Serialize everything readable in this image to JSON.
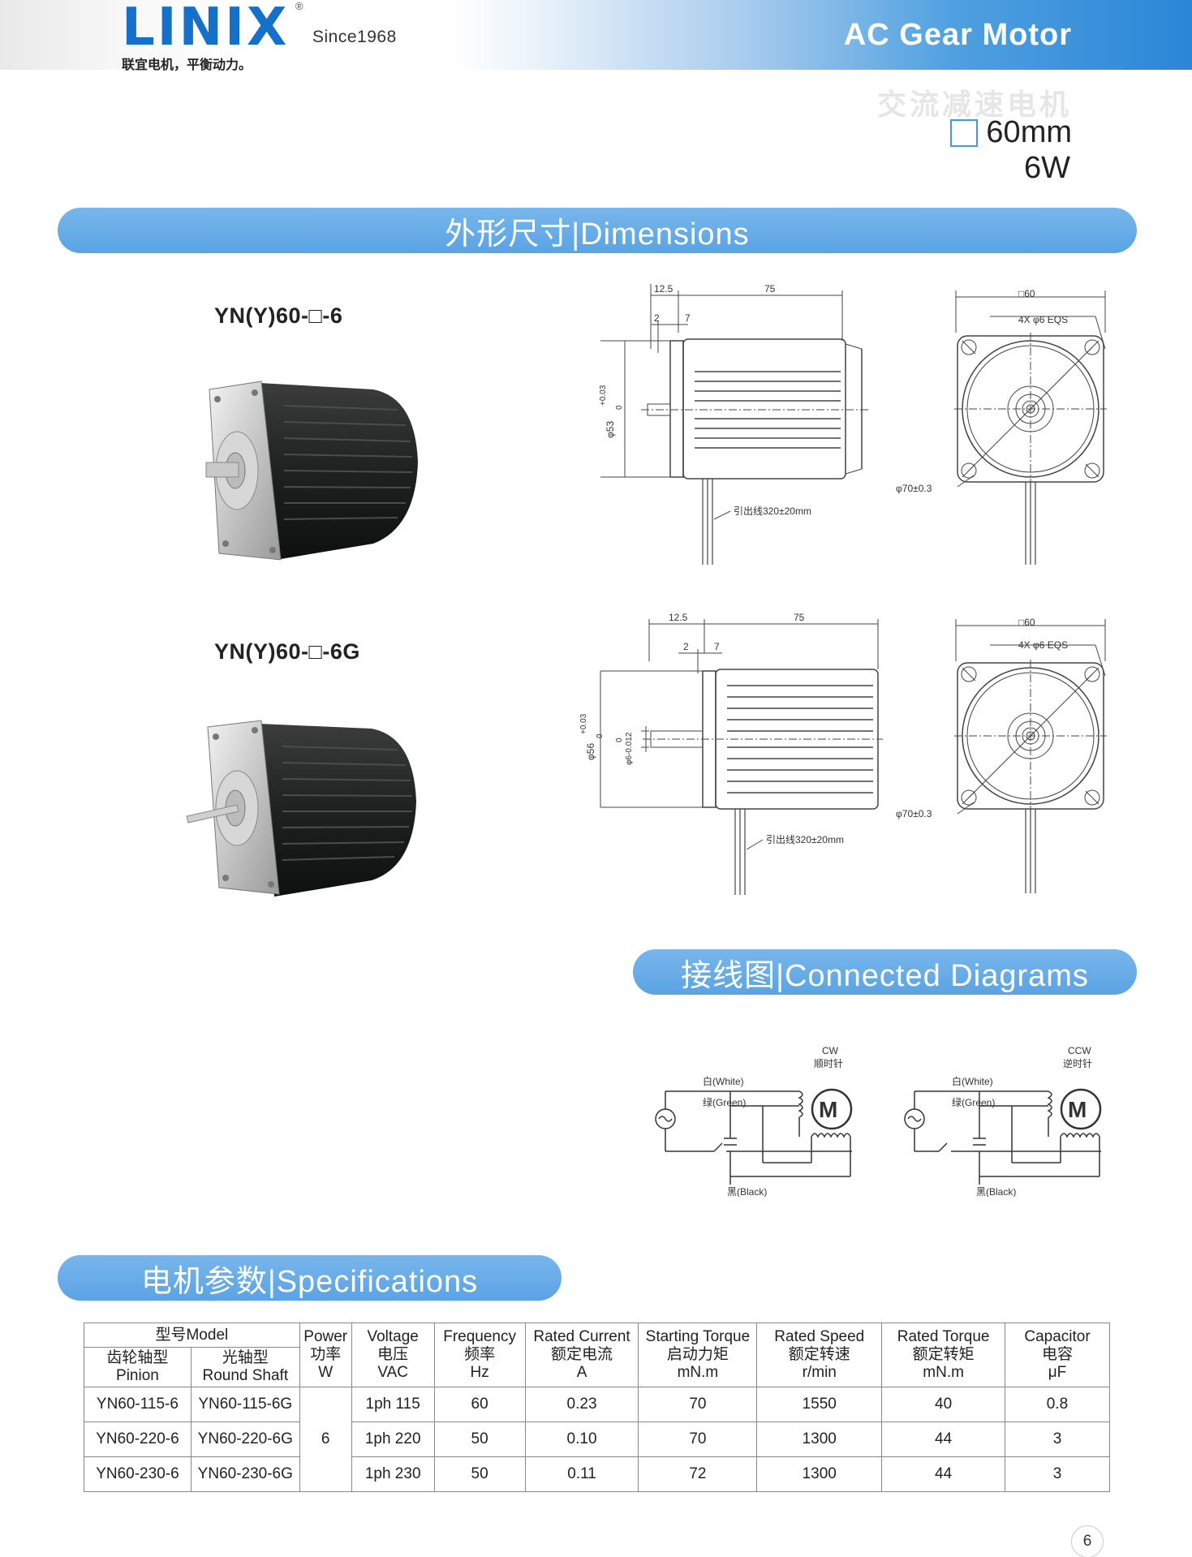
{
  "header": {
    "logo": "LINIX",
    "logo_mark": "®",
    "since": "Since1968",
    "slogan": "联宜电机，平衡动力。",
    "title": "AC Gear Motor",
    "cn_subtitle": "交流减速电机",
    "frame_size": "60mm",
    "power": "6W"
  },
  "sections": {
    "dimensions": "外形尺寸|Dimensions",
    "connected": "接线图|Connected Diagrams",
    "specifications": "电机参数|Specifications"
  },
  "models": {
    "pinion": "YN(Y)60-□-6",
    "round_shaft": "YN(Y)60-□-6G"
  },
  "drawing1": {
    "d_12_5": "12.5",
    "d_75": "75",
    "d_2": "2",
    "d_7": "7",
    "tol": "+0.03",
    "tol0": "0",
    "dia": "φ53",
    "sq60": "□60",
    "holes": "4X φ6 EQS",
    "pcd": "φ70±0.3",
    "leads": "引出线320±20mm"
  },
  "drawing2": {
    "d_12_5": "12.5",
    "d_75": "75",
    "d_2": "2",
    "d_7": "7",
    "tol": "+0.03",
    "tol0": "0",
    "dia": "φ56",
    "shaft_tol0": "0",
    "shaft": "φ6-0.012",
    "sq60": "□60",
    "holes": "4X φ6 EQS",
    "pcd": "φ70±0.3",
    "leads": "引出线320±20mm"
  },
  "wiring": {
    "cw": {
      "dir": "CW",
      "dir_cn": "顺时针",
      "white": "白(White)",
      "green": "绿(Green)",
      "black": "黑(Black)",
      "motor": "M"
    },
    "ccw": {
      "dir": "CCW",
      "dir_cn": "逆时针",
      "white": "白(White)",
      "green": "绿(Green)",
      "black": "黑(Black)",
      "motor": "M"
    }
  },
  "table": {
    "headers": {
      "model": "型号Model",
      "pinion_cn": "齿轮轴型",
      "pinion_en": "Pinion",
      "round_cn": "光轴型",
      "round_en": "Round Shaft",
      "power": [
        "Power",
        "功率",
        "W"
      ],
      "voltage": [
        "Voltage",
        "电压",
        "VAC"
      ],
      "frequency": [
        "Frequency",
        "频率",
        "Hz"
      ],
      "current": [
        "Rated Current",
        "额定电流",
        "A"
      ],
      "starting_torque": [
        "Starting Torque",
        "启动力矩",
        "mN.m"
      ],
      "speed": [
        "Rated Speed",
        "额定转速",
        "r/min"
      ],
      "rated_torque": [
        "Rated Torque",
        "额定转矩",
        "mN.m"
      ],
      "capacitor": [
        "Capacitor",
        "电容",
        "μF"
      ]
    },
    "power_value": "6",
    "rows": [
      {
        "pinion": "YN60-115-6",
        "round": "YN60-115-6G",
        "voltage": "1ph 115",
        "freq": "60",
        "current": "0.23",
        "start_torque": "70",
        "speed": "1550",
        "rated_torque": "40",
        "cap": "0.8"
      },
      {
        "pinion": "YN60-220-6",
        "round": "YN60-220-6G",
        "voltage": "1ph 220",
        "freq": "50",
        "current": "0.10",
        "start_torque": "70",
        "speed": "1300",
        "rated_torque": "44",
        "cap": "3"
      },
      {
        "pinion": "YN60-230-6",
        "round": "YN60-230-6G",
        "voltage": "1ph 230",
        "freq": "50",
        "current": "0.11",
        "start_torque": "72",
        "speed": "1300",
        "rated_torque": "44",
        "cap": "3"
      }
    ]
  },
  "page_number": "6"
}
